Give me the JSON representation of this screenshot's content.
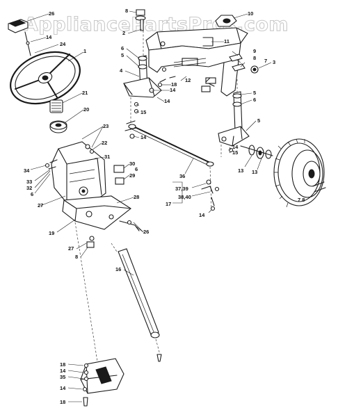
{
  "watermark": "AppliancePartsPros.com",
  "callouts": [
    {
      "id": "c26a",
      "label": "26"
    },
    {
      "id": "c14a",
      "label": "14"
    },
    {
      "id": "c24",
      "label": "24"
    },
    {
      "id": "c1",
      "label": "1"
    },
    {
      "id": "c21",
      "label": "21"
    },
    {
      "id": "c20",
      "label": "20"
    },
    {
      "id": "c23",
      "label": "23"
    },
    {
      "id": "c22",
      "label": "22"
    },
    {
      "id": "c34",
      "label": "34"
    },
    {
      "id": "c33",
      "label": "33"
    },
    {
      "id": "c32",
      "label": "32"
    },
    {
      "id": "c6a",
      "label": "6"
    },
    {
      "id": "c27a",
      "label": "27"
    },
    {
      "id": "c31",
      "label": "31"
    },
    {
      "id": "c30",
      "label": "30"
    },
    {
      "id": "c6b",
      "label": "6"
    },
    {
      "id": "c29",
      "label": "29"
    },
    {
      "id": "c28",
      "label": "28"
    },
    {
      "id": "c19",
      "label": "19"
    },
    {
      "id": "c26b",
      "label": "26"
    },
    {
      "id": "c27b",
      "label": "27"
    },
    {
      "id": "c8a",
      "label": "8"
    },
    {
      "id": "c16",
      "label": "16"
    },
    {
      "id": "c8b",
      "label": "8"
    },
    {
      "id": "c2",
      "label": "2"
    },
    {
      "id": "c6c",
      "label": "6"
    },
    {
      "id": "c5a",
      "label": "5"
    },
    {
      "id": "c4",
      "label": "4"
    },
    {
      "id": "c18a",
      "label": "18"
    },
    {
      "id": "c14b",
      "label": "14"
    },
    {
      "id": "c14c",
      "label": "14"
    },
    {
      "id": "c15a",
      "label": "15"
    },
    {
      "id": "c14d",
      "label": "14"
    },
    {
      "id": "c10",
      "label": "10"
    },
    {
      "id": "c11",
      "label": "11"
    },
    {
      "id": "c9",
      "label": "9"
    },
    {
      "id": "c8c",
      "label": "8"
    },
    {
      "id": "c7a",
      "label": "7"
    },
    {
      "id": "c3",
      "label": "3"
    },
    {
      "id": "c12",
      "label": "12"
    },
    {
      "id": "c5b",
      "label": "5"
    },
    {
      "id": "c6d",
      "label": "6"
    },
    {
      "id": "c5c",
      "label": "5"
    },
    {
      "id": "c14e",
      "label": "14"
    },
    {
      "id": "c15b",
      "label": "15"
    },
    {
      "id": "c13a",
      "label": "13"
    },
    {
      "id": "c13b",
      "label": "13"
    },
    {
      "id": "c36",
      "label": "36"
    },
    {
      "id": "c3739",
      "label": "37,39"
    },
    {
      "id": "c17",
      "label": "17"
    },
    {
      "id": "c3840",
      "label": "38,40"
    },
    {
      "id": "c14f",
      "label": "14"
    },
    {
      "id": "c78",
      "label": "7  8"
    },
    {
      "id": "c18b",
      "label": "18"
    },
    {
      "id": "c14g",
      "label": "14"
    },
    {
      "id": "c35",
      "label": "35"
    },
    {
      "id": "c14h",
      "label": "14"
    },
    {
      "id": "c18c",
      "label": "18"
    }
  ]
}
